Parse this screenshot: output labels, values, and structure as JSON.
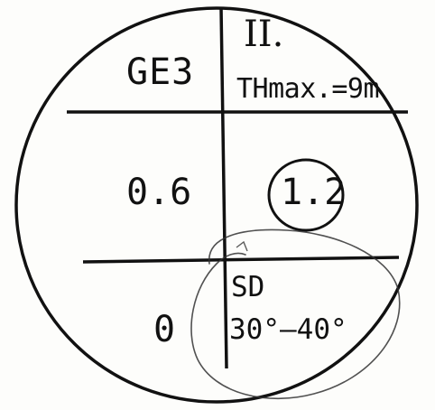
{
  "symbol": {
    "zone": "GE3",
    "roman_numeral": "II.",
    "thickness_max": "THmax.=9m",
    "left_middle_value": "0.6",
    "right_middle_value": "1.2",
    "left_bottom_value": "0",
    "sd_label": "SD",
    "sd_range": "30°–40°"
  },
  "colors": {
    "ink": "#111111",
    "pencil": "#333333",
    "paper": "#fdfdfb"
  }
}
